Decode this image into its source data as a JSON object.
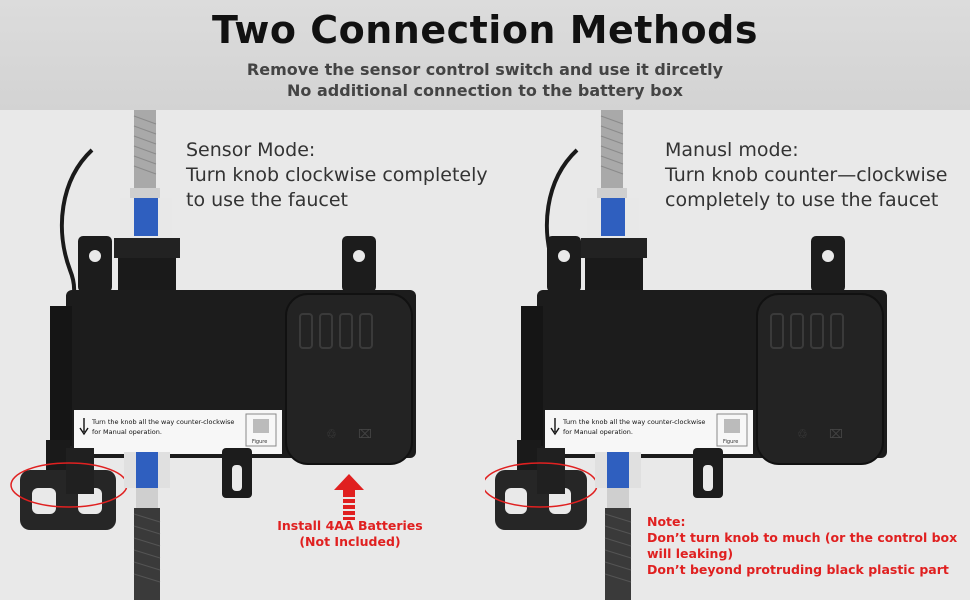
{
  "header": {
    "title": "Two Connection Methods",
    "subtitle_line1": "Remove the sensor control switch and use it dircetly",
    "subtitle_line2": "No additional connection to the battery box"
  },
  "left_panel": {
    "mode_title": "Sensor Mode:",
    "mode_line1": "Turn knob clockwise completely",
    "mode_line2": "to use the faucet",
    "label_line1": "Turn the knob all the way counter-clockwise",
    "label_line2": "for Manual operation.",
    "label_figure": "Figure",
    "battery_note_line1": "Install 4AA Batteries",
    "battery_note_line2": "(Not Included)"
  },
  "right_panel": {
    "mode_title": "Manusl mode:",
    "mode_line1": "Turn knob counter—clockwise",
    "mode_line2": "completely to use the faucet",
    "label_line1": "Turn the knob all the way counter-clockwise",
    "label_line2": "for Manual operation.",
    "label_figure": "Figure",
    "note_title": "Note:",
    "note_line1": "Don’t turn knob to much (or the control box",
    "note_line2": "will leaking)",
    "note_line3": "Don’t beyond protruding black plastic part"
  },
  "colors": {
    "accent_red": "#e02020",
    "blue_connector": "#2f5fbf",
    "device_body": "#1c1c1c"
  }
}
